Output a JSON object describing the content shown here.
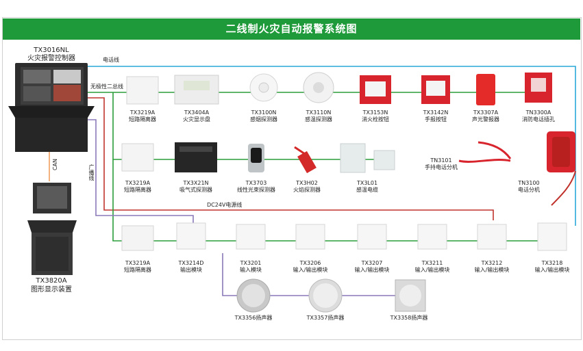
{
  "title": "二线制火灾自动报警系统图",
  "controller": {
    "model": "TX3016NL",
    "name": "火灾报警控制器"
  },
  "display_unit": {
    "model": "TX3820A",
    "name": "图形显示装置"
  },
  "wire_labels": {
    "phone": "电话线",
    "bus": "无极性二总线",
    "can": "CAN",
    "broadcast": "广播线",
    "power": "DC24V电源线"
  },
  "row1": [
    {
      "model": "TX3219A",
      "name": "短路隔离器"
    },
    {
      "model": "TX3404A",
      "name": "火灾显示盘"
    },
    {
      "model": "TX3100N",
      "name": "感烟探测器"
    },
    {
      "model": "TX3110N",
      "name": "感温探测器"
    },
    {
      "model": "TX3153N",
      "name": "消火栓按钮"
    },
    {
      "model": "TX3142N",
      "name": "手报按钮"
    },
    {
      "model": "TX3307A",
      "name": "声光警报器"
    },
    {
      "model": "TN3300A",
      "name": "消防电话插孔"
    }
  ],
  "row2": [
    {
      "model": "TX3219A",
      "name": "短路隔离器"
    },
    {
      "model": "TX3X21N",
      "name": "吸气式探测器"
    },
    {
      "model": "TX3703",
      "name": "线性光束探测器"
    },
    {
      "model": "TX3H02",
      "name": "火焰探测器"
    },
    {
      "model": "TX3L01",
      "name": "感温电缆"
    }
  ],
  "phones": [
    {
      "model": "TN3101",
      "name": "手持电话分机"
    },
    {
      "model": "TN3100",
      "name": "电话分机"
    }
  ],
  "row3": [
    {
      "model": "TX3219A",
      "name": "短路隔离器"
    },
    {
      "model": "TX3214D",
      "name": "输出模块"
    },
    {
      "model": "TX3201",
      "name": "输入模块"
    },
    {
      "model": "TX3206",
      "name": "输入/输出模块"
    },
    {
      "model": "TX3207",
      "name": "输入/输出模块"
    },
    {
      "model": "TX3211",
      "name": "输入/输出模块"
    },
    {
      "model": "TX3212",
      "name": "输入/输出模块"
    },
    {
      "model": "TX3218",
      "name": "输入/输出模块"
    }
  ],
  "speakers": [
    "TX3356扬声器",
    "TX3357扬声器",
    "TX3358扬声器"
  ],
  "colors": {
    "banner": "#1f9a3a",
    "bus": "#2a9d3a",
    "phone": "#29a8d8",
    "power": "#c0312b",
    "broadcast": "#8a78b8",
    "can": "#f0a060"
  }
}
